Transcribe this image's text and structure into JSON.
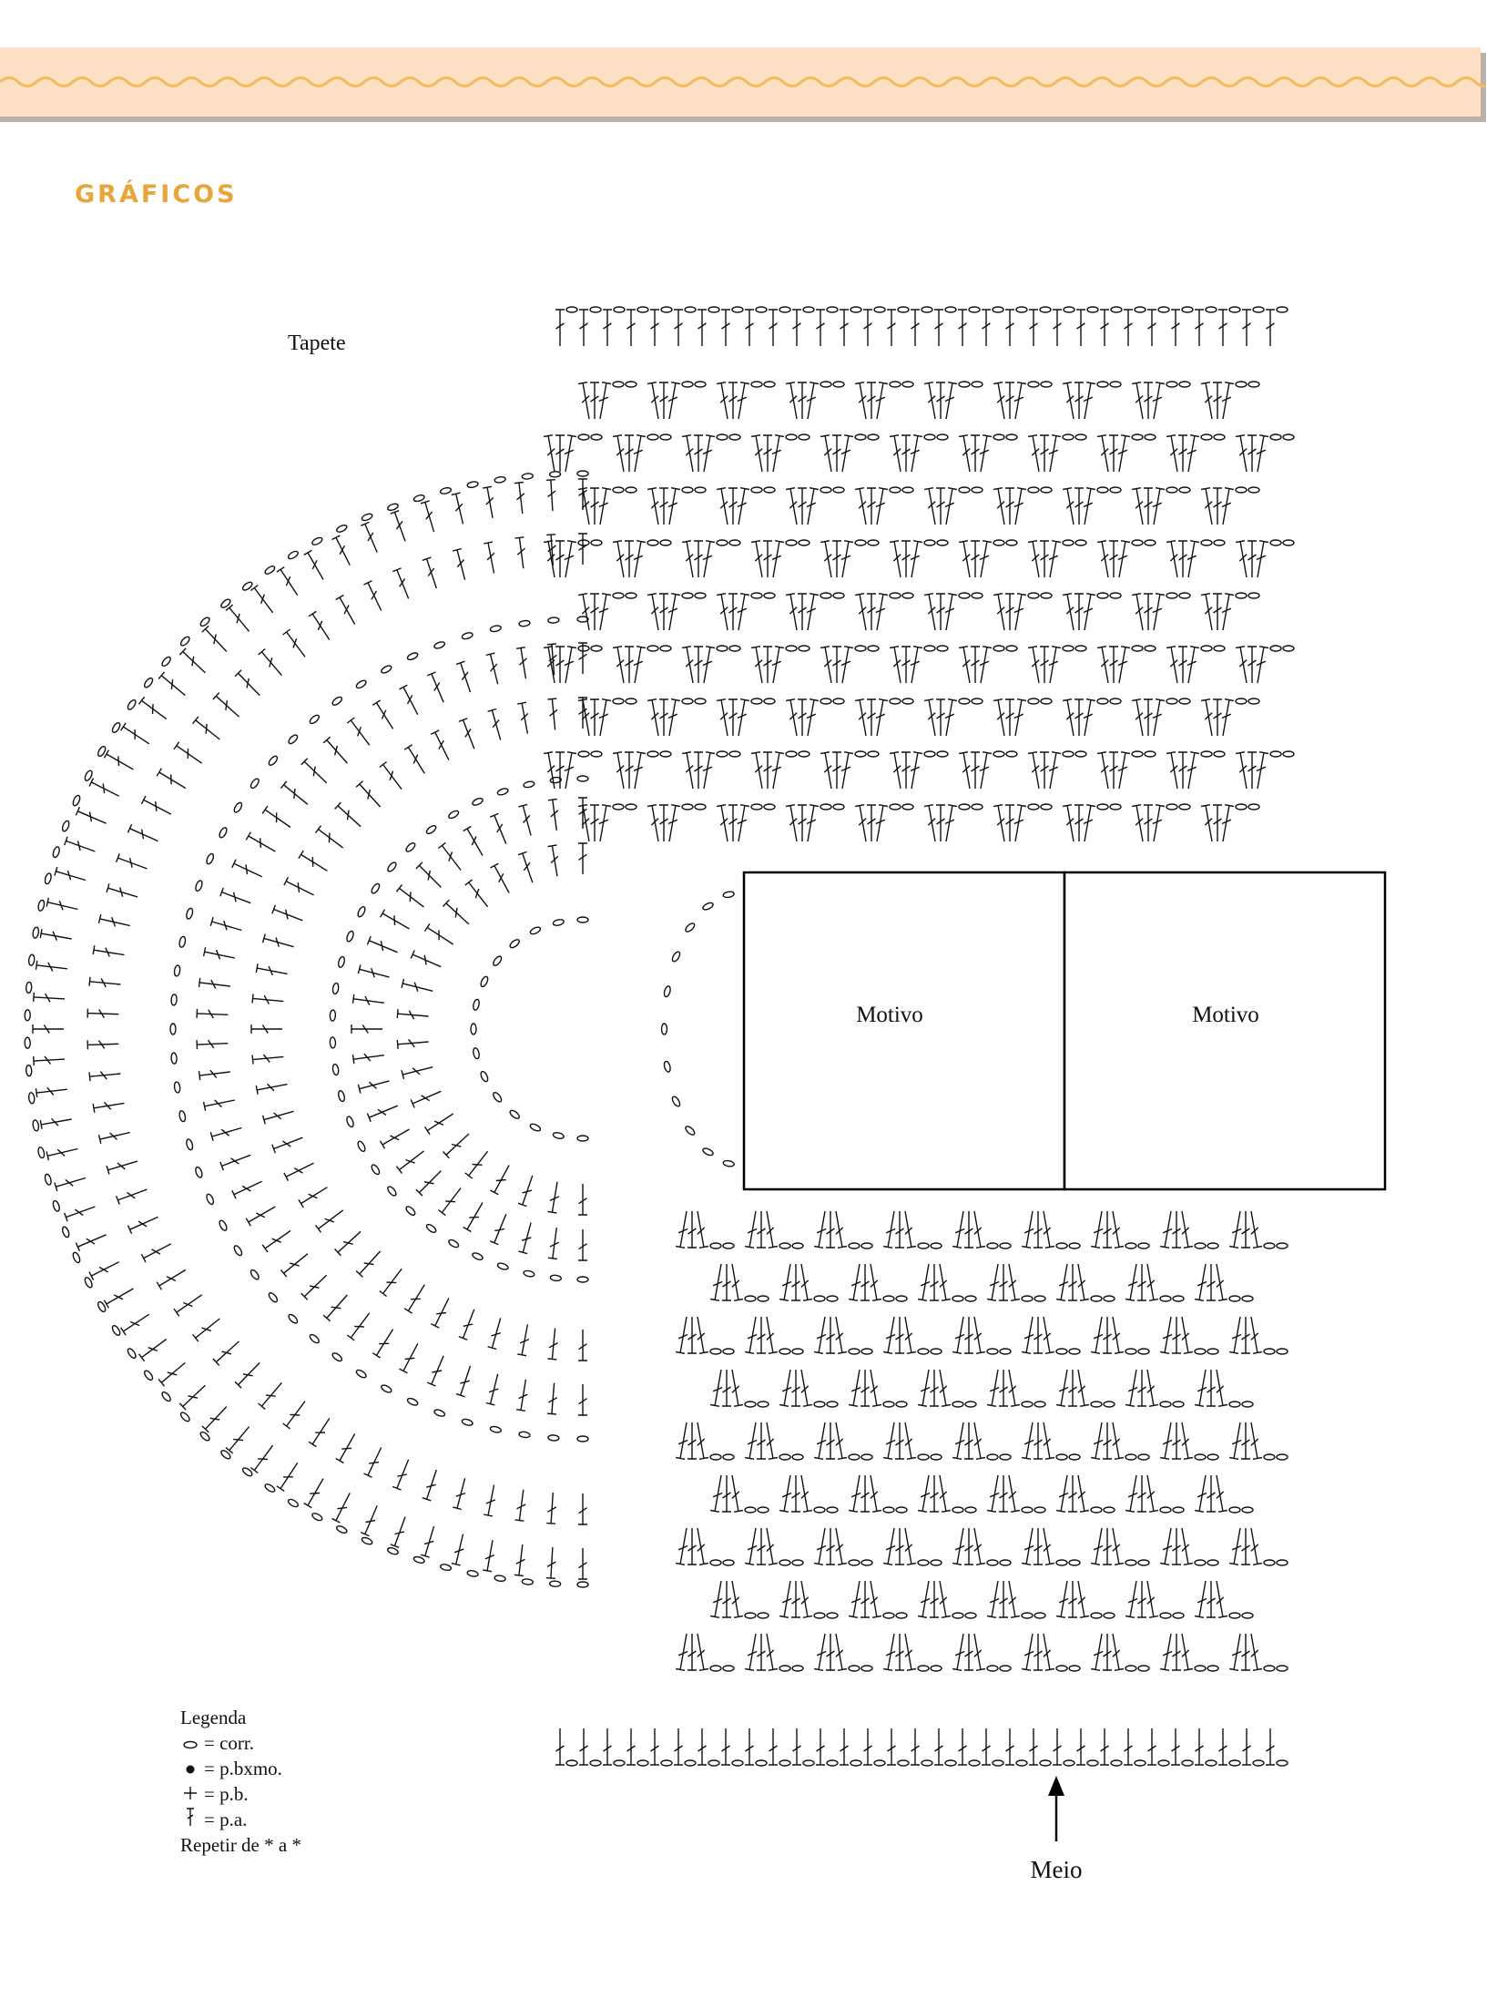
{
  "header": {
    "title": "GRÁFICOS",
    "accent_color": "#e8a63a",
    "banner_color": "#fde0c4"
  },
  "diagram": {
    "title": "Tapete",
    "motifs": [
      "Motivo",
      "Motivo"
    ],
    "marker_label": "Meio"
  },
  "legend": {
    "title": "Legenda",
    "items": [
      {
        "icon": "chain-oval-icon",
        "symbol": "○",
        "label": "= corr."
      },
      {
        "icon": "slip-stitch-dot-icon",
        "symbol": "•",
        "label": "= p.bxmo."
      },
      {
        "icon": "single-crochet-cross-icon",
        "symbol": "+",
        "label": "= p.b."
      },
      {
        "icon": "double-crochet-icon",
        "symbol": "⸸",
        "label": "= p.a."
      }
    ],
    "repeat_note": "Repetir de * a *"
  }
}
